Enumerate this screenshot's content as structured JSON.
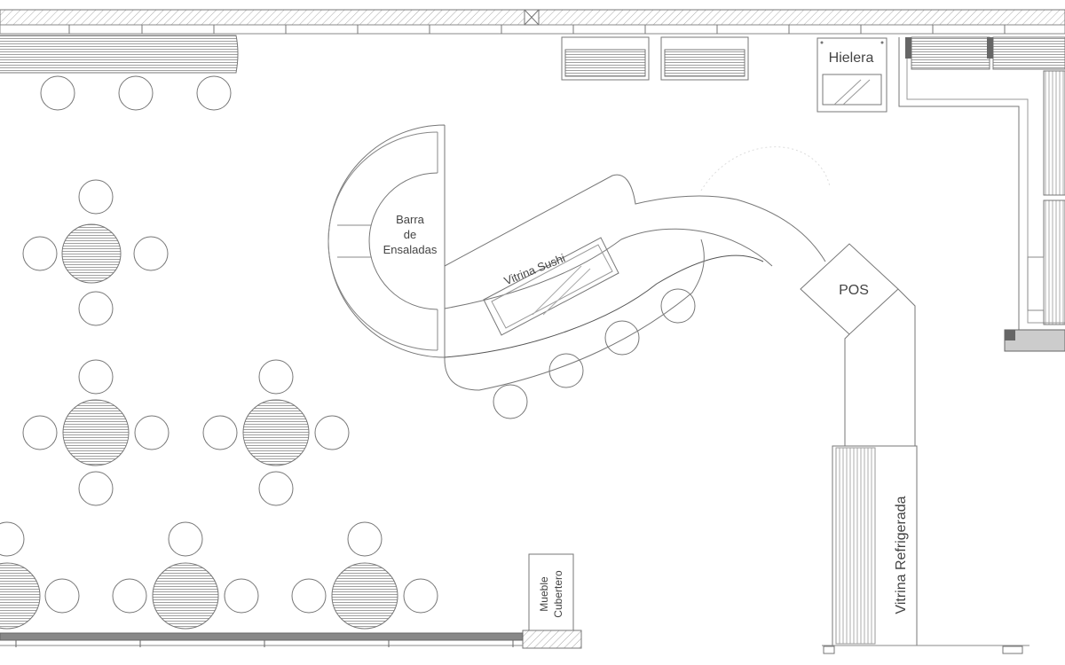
{
  "plan": {
    "labels": {
      "salad_bar_line1": "Barra",
      "salad_bar_line2": "de",
      "salad_bar_line3": "Ensaladas",
      "sushi_case": "Vitrina Sushi",
      "pos": "POS",
      "ice_chest": "Hielera",
      "cutlery_line1": "Mueble",
      "cutlery_line2": "Cubertero",
      "refrigerated_case": "Vitrina Refrigerada"
    },
    "colors": {
      "line": "#777777",
      "hatch": "#999999",
      "wall_dark": "#666666",
      "text": "#444444"
    }
  }
}
